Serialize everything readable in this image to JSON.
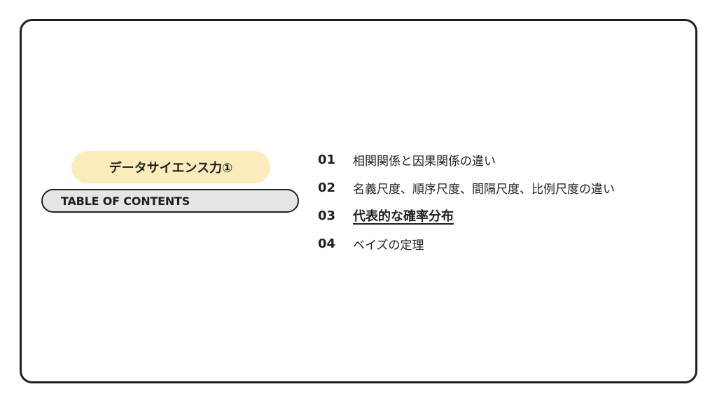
{
  "slide": {
    "course_badge": "データサイエンス力①",
    "toc_label": "TABLE OF CONTENTS",
    "items": [
      {
        "num": "01",
        "title": "相関関係と因果関係の違い",
        "active": false
      },
      {
        "num": "02",
        "title": "名義尺度、順序尺度、間隔尺度、比例尺度の違い",
        "active": false
      },
      {
        "num": "03",
        "title": "代表的な確率分布",
        "active": true
      },
      {
        "num": "04",
        "title": "ベイズの定理",
        "active": false
      }
    ]
  },
  "colors": {
    "badge_bg": "#fbedbb",
    "pill_bg": "#e5e5e5",
    "border": "#1f1f1f",
    "text": "#1f1f1f"
  }
}
